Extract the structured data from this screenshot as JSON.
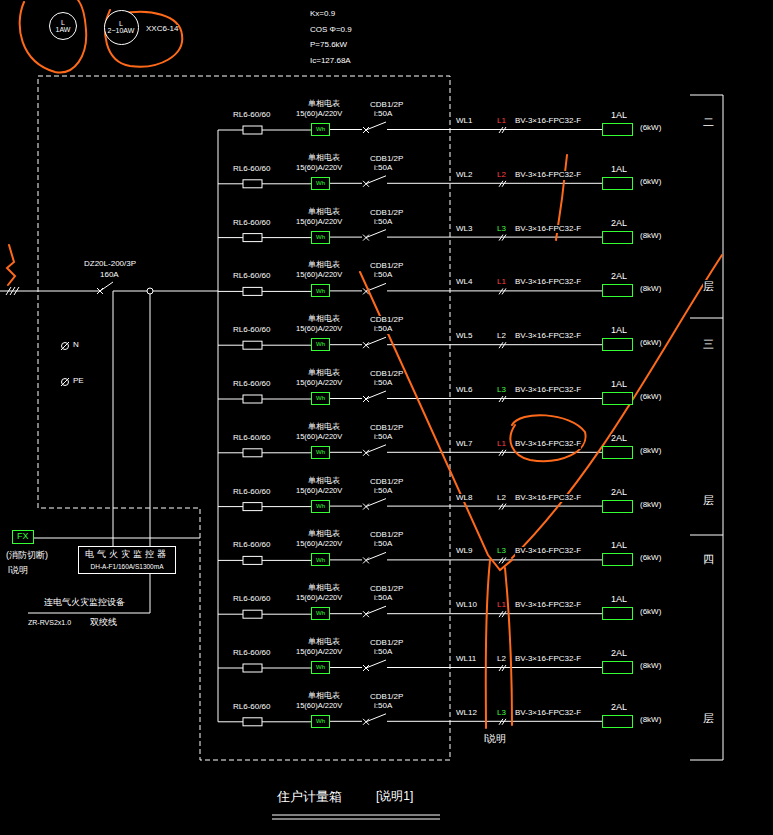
{
  "diagram": {
    "caption": "住户计量箱",
    "nodes": [
      {
        "text": [
          "L",
          "1AW"
        ]
      },
      {
        "text": [
          "L",
          "2~10AW"
        ]
      },
      {
        "text": [
          "单相电表",
          "15(60)A/220V",
          "Wh"
        ]
      },
      {
        "text": [
          "1AL",
          "(6kW)"
        ]
      },
      {
        "text": [
          "单相电表",
          "15(60)A/220V",
          "Wh"
        ]
      },
      {
        "text": [
          "1AL",
          "(6kW)"
        ]
      },
      {
        "text": [
          "单相电表",
          "15(60)A/220V",
          "Wh"
        ]
      },
      {
        "text": [
          "2AL",
          "(8kW)"
        ]
      },
      {
        "text": [
          "单相电表",
          "15(60)A/220V",
          "Wh"
        ]
      },
      {
        "text": [
          "2AL",
          "(8kW)"
        ]
      },
      {
        "text": [
          "单相电表",
          "15(60)A/220V",
          "Wh"
        ]
      },
      {
        "text": [
          "1AL",
          "(6kW)"
        ]
      },
      {
        "text": [
          "单相电表",
          "15(60)A/220V",
          "Wh"
        ]
      },
      {
        "text": [
          "1AL",
          "(6kW)"
        ]
      },
      {
        "text": [
          "单相电表",
          "15(60)A/220V",
          "Wh"
        ]
      },
      {
        "text": [
          "2AL",
          "(8kW)"
        ]
      },
      {
        "text": [
          "单相电表",
          "15(60)A/220V",
          "Wh"
        ]
      },
      {
        "text": [
          "2AL",
          "(8kW)"
        ]
      },
      {
        "text": [
          "单相电表",
          "15(60)A/220V",
          "Wh"
        ]
      },
      {
        "text": [
          "1AL",
          "(6kW)"
        ]
      },
      {
        "text": [
          "单相电表",
          "15(60)A/220V",
          "Wh"
        ]
      },
      {
        "text": [
          "1AL",
          "(6kW)"
        ]
      },
      {
        "text": [
          "单相电表",
          "15(60)A/220V",
          "Wh"
        ]
      },
      {
        "text": [
          "2AL",
          "(8kW)"
        ]
      },
      {
        "text": [
          "单相电表",
          "15(60)A/220V",
          "Wh"
        ]
      },
      {
        "text": [
          "2AL",
          "(8kW)"
        ]
      },
      {
        "text": [
          "FX"
        ]
      },
      {
        "text": [
          "电气火灾监控器",
          "DH-A-F1/160A/S1300mA"
        ]
      }
    ],
    "edges": [
      {
        "from": 2,
        "to": 3,
        "arrow": "none",
        "label": "BV-3×16-FPC32-F"
      },
      {
        "from": 4,
        "to": 5,
        "arrow": "none",
        "label": "BV-3×16-FPC32-F"
      },
      {
        "from": 6,
        "to": 7,
        "arrow": "none",
        "label": "BV-3×16-FPC32-F"
      },
      {
        "from": 8,
        "to": 9,
        "arrow": "none",
        "label": "BV-3×16-FPC32-F"
      },
      {
        "from": 10,
        "to": 11,
        "arrow": "none",
        "label": "BV-3×16-FPC32-F"
      },
      {
        "from": 12,
        "to": 13,
        "arrow": "none",
        "label": "BV-3×16-FPC32-F"
      },
      {
        "from": 14,
        "to": 15,
        "arrow": "none",
        "label": "BV-3×16-FPC32-F"
      },
      {
        "from": 16,
        "to": 17,
        "arrow": "none",
        "label": "BV-3×16-FPC32-F"
      },
      {
        "from": 18,
        "to": 19,
        "arrow": "none",
        "label": "BV-3×16-FPC32-F"
      },
      {
        "from": 20,
        "to": 21,
        "arrow": "none",
        "label": "BV-3×16-FPC32-F"
      },
      {
        "from": 22,
        "to": 23,
        "arrow": "none",
        "label": "BV-3×16-FPC32-F"
      },
      {
        "from": 24,
        "to": 25,
        "arrow": "none",
        "label": "BV-3×16-FPC32-F"
      }
    ],
    "labels": [
      "Kx=0.9",
      "COS Φ=0.9",
      "P=75.6kW",
      "Ic=127.68A",
      "XXC6-14",
      "DZ20L-200/3P",
      "160A",
      "N",
      "PE",
      "(消防切断)",
      "l说明",
      "连电气火灾监控设备",
      "ZR-RVS2x1.0",
      "双绞线",
      "RL6-60/60",
      "CDB1/2P",
      "i:50A",
      "WL1",
      "L1",
      "RL6-60/60",
      "CDB1/2P",
      "i:50A",
      "WL2",
      "L2",
      "RL6-60/60",
      "CDB1/2P",
      "i:50A",
      "WL3",
      "L3",
      "RL6-60/60",
      "CDB1/2P",
      "i:50A",
      "WL4",
      "L1",
      "RL6-60/60",
      "CDB1/2P",
      "i:50A",
      "WL5",
      "L2",
      "RL6-60/60",
      "CDB1/2P",
      "i:50A",
      "WL6",
      "L3",
      "RL6-60/60",
      "CDB1/2P",
      "i:50A",
      "WL7",
      "L1",
      "RL6-60/60",
      "CDB1/2P",
      "i:50A",
      "WL8",
      "L2",
      "RL6-60/60",
      "CDB1/2P",
      "i:50A",
      "WL9",
      "L3",
      "RL6-60/60",
      "CDB1/2P",
      "i:50A",
      "WL10",
      "L1",
      "RL6-60/60",
      "CDB1/2P",
      "i:50A",
      "WL11",
      "L2",
      "RL6-60/60",
      "CDB1/2P",
      "i:50A",
      "WL12",
      "L3",
      "二",
      "层",
      "三",
      "层",
      "四",
      "层",
      "l说明",
      "[说明1]"
    ]
  }
}
